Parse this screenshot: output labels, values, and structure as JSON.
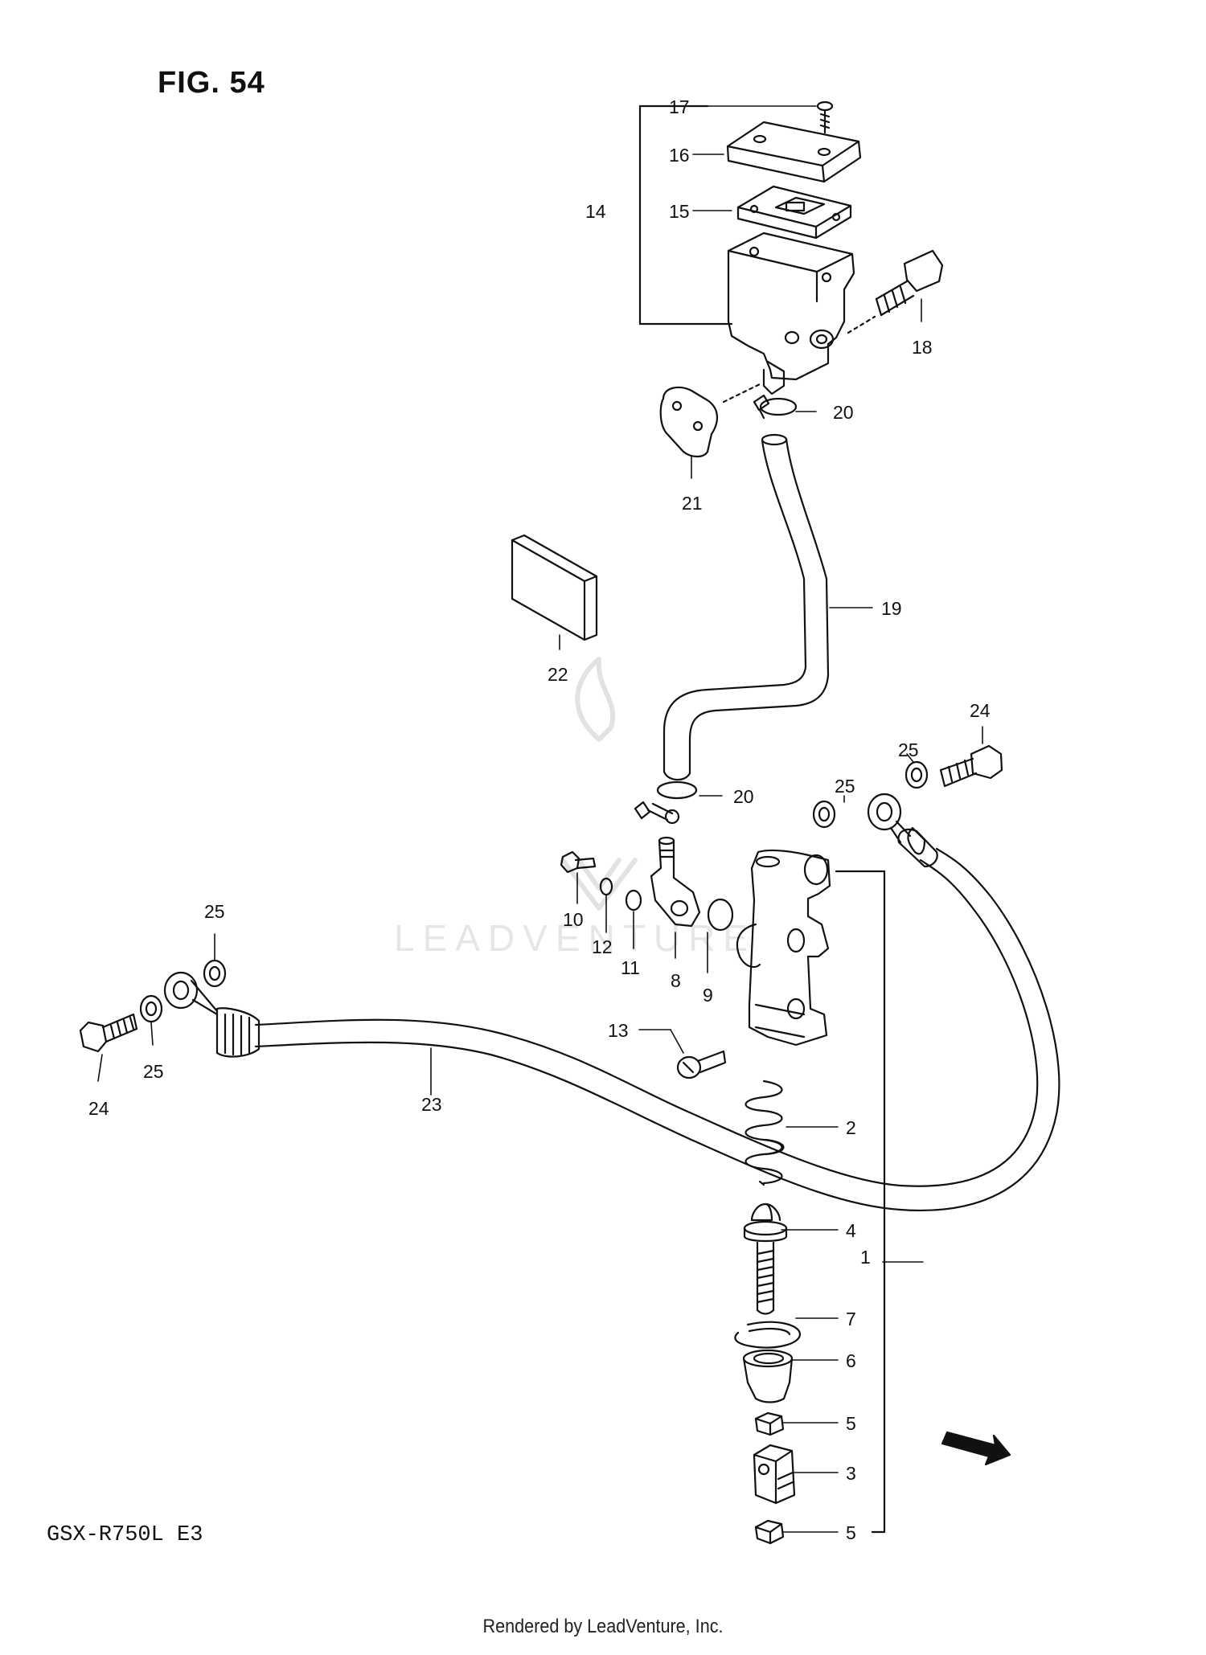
{
  "figure": {
    "title": "FIG. 54",
    "model": "GSX-R750L  E3",
    "footer": "Rendered by LeadVenture, Inc.",
    "watermark": "LEADVENTURE"
  },
  "callouts": [
    "1",
    "2",
    "3",
    "4",
    "5",
    "5",
    "6",
    "7",
    "8",
    "9",
    "10",
    "11",
    "12",
    "13",
    "14",
    "15",
    "16",
    "17",
    "18",
    "19",
    "20",
    "20",
    "21",
    "22",
    "23",
    "24",
    "24",
    "25",
    "25",
    "25",
    "25"
  ],
  "icons": {
    "forward_arrow": "fwd-arrow-icon",
    "logo": "leadventure-flame-icon"
  }
}
